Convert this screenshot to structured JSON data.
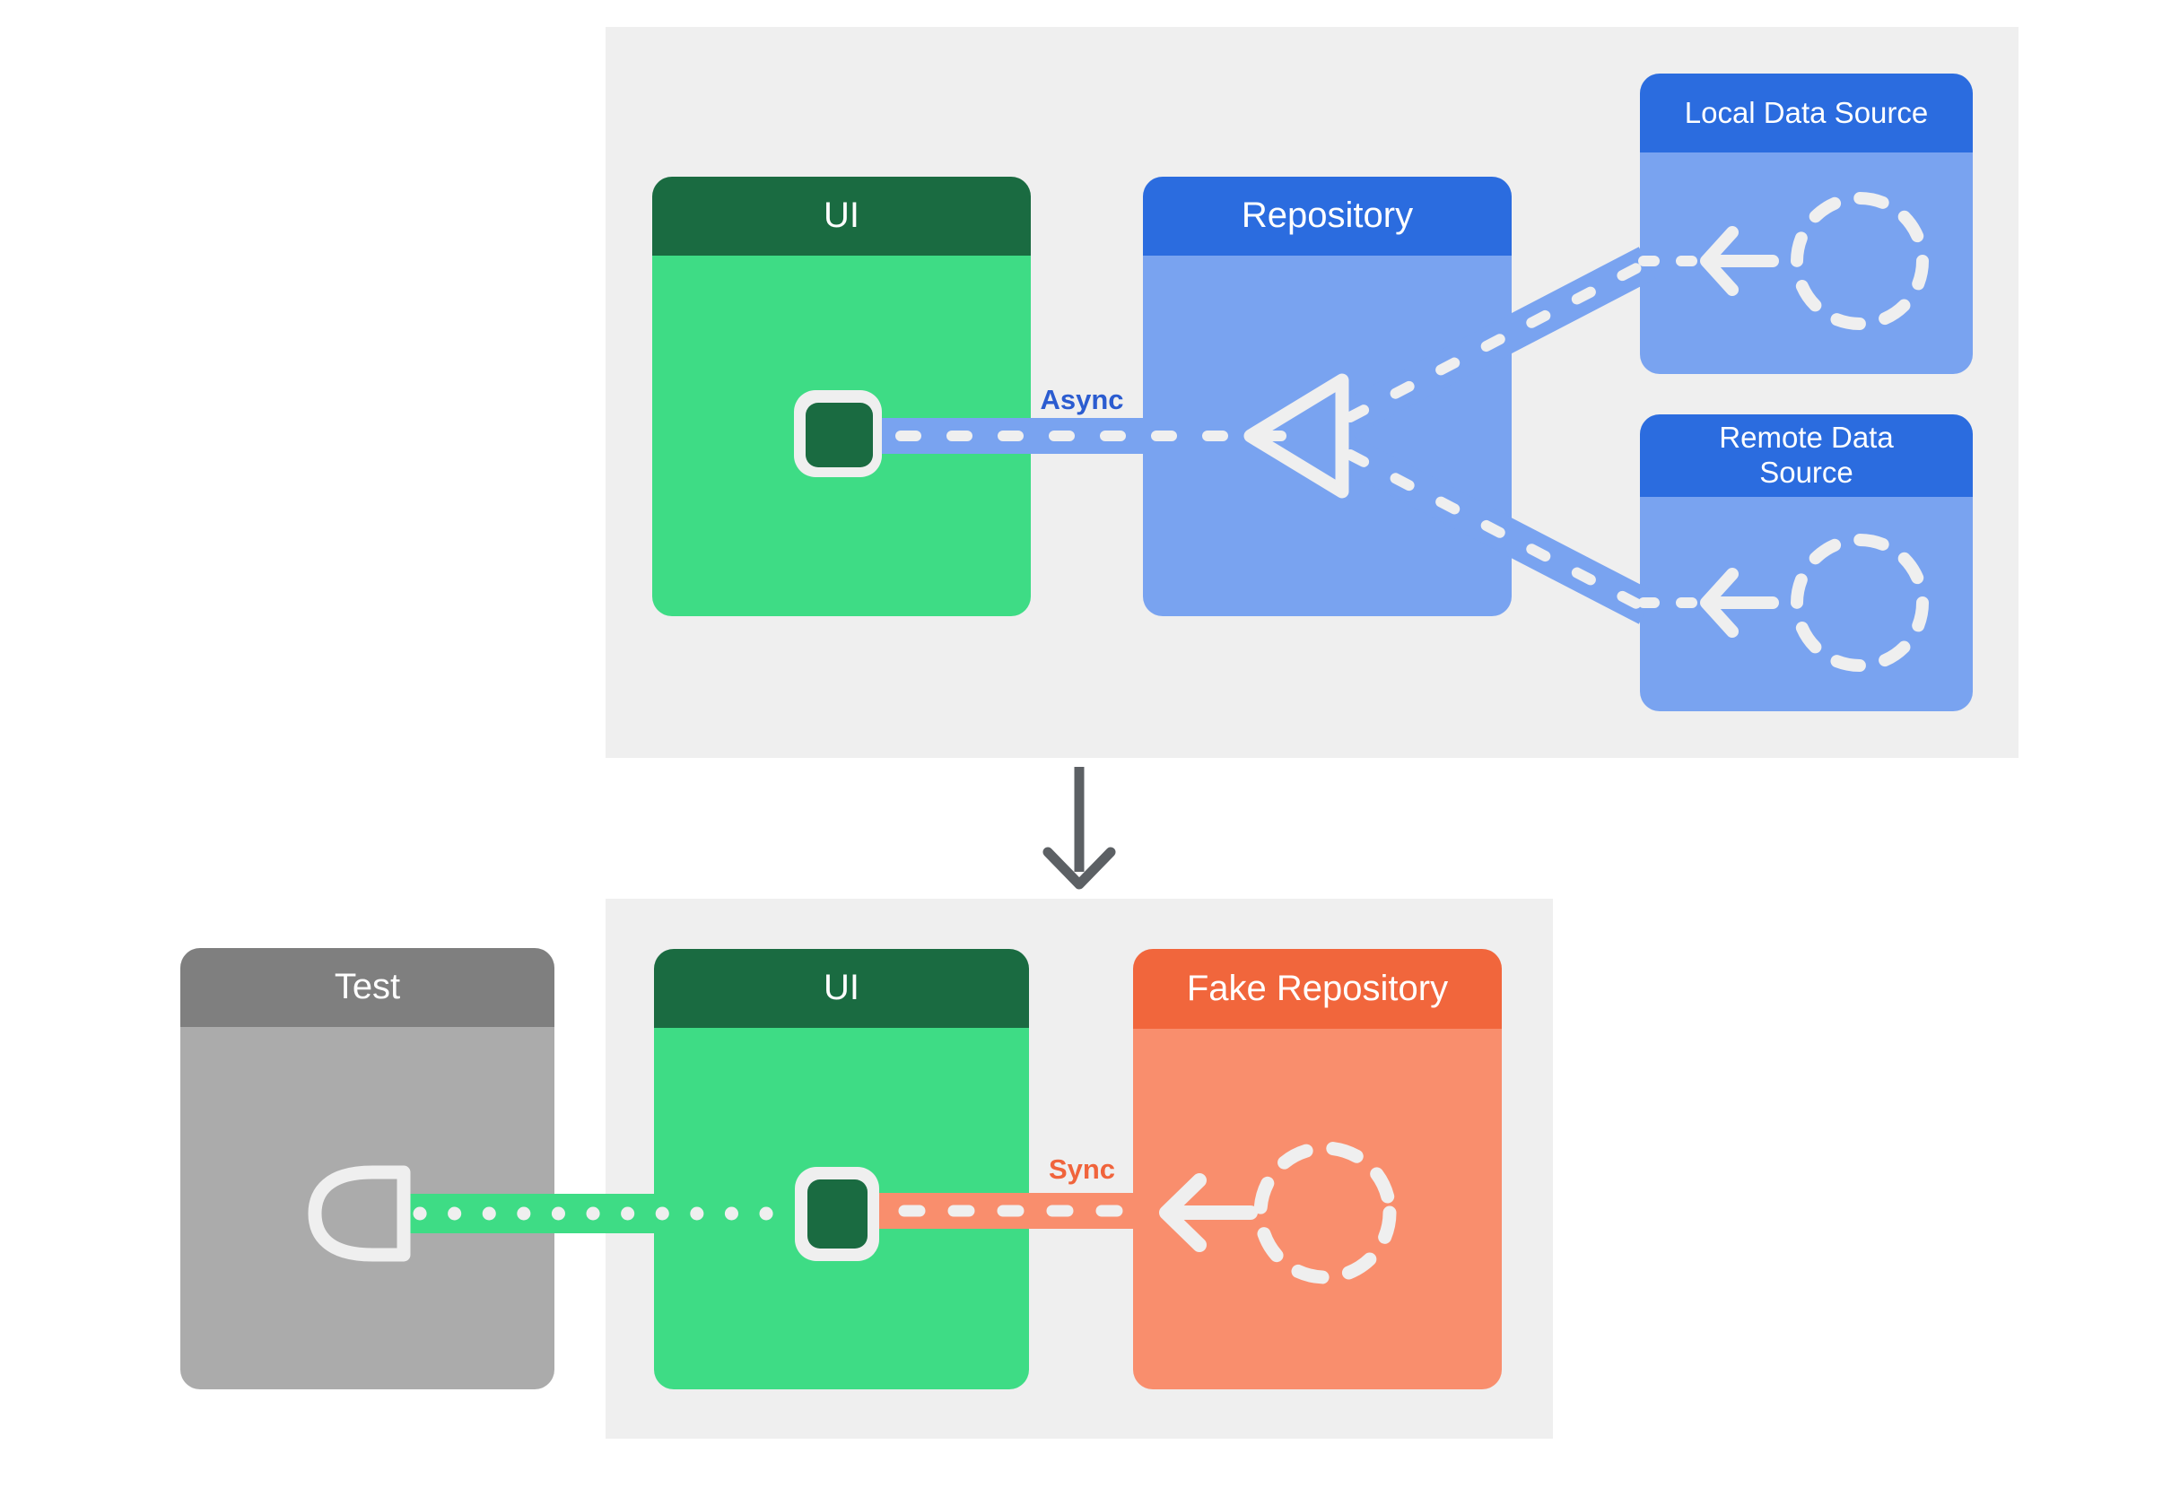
{
  "top_section": {
    "boxes": {
      "ui": {
        "title": "UI"
      },
      "repository": {
        "title": "Repository"
      },
      "local_data_source": {
        "title": "Local Data Source"
      },
      "remote_data_source": {
        "title": "Remote Data\nSource"
      }
    },
    "async_label": "Async"
  },
  "bottom_section": {
    "boxes": {
      "test": {
        "title": "Test"
      },
      "ui": {
        "title": "UI"
      },
      "fake_repository": {
        "title": "Fake Repository"
      }
    },
    "sync_label": "Sync"
  },
  "icons": {
    "merge_triangle": "triangle-merge-connector",
    "dashed_circle": "dashed-circle-data-source",
    "left_arrow": "arrow-pointing-left",
    "ui_socket": "rounded-square-port",
    "test_plug": "half-round-plug",
    "down_arrow": "downward-transform-arrow"
  },
  "colors": {
    "panel-bg": "#efefef",
    "green-header": "#1a6b41",
    "green-body": "#3edc85",
    "blue-header": "#2b6cdf",
    "blue-body": "#79a3f0",
    "gray-header": "#7f7f7f",
    "gray-body": "#ababab",
    "orange-header": "#f1663c",
    "orange-body": "#f98e6d",
    "async-text": "#2b5cd0",
    "sync-text": "#f0643c",
    "connector-white": "#efefef",
    "down-arrow": "#5c6064",
    "header-text": "#ffffff",
    "page-bg": "#ffffff"
  }
}
